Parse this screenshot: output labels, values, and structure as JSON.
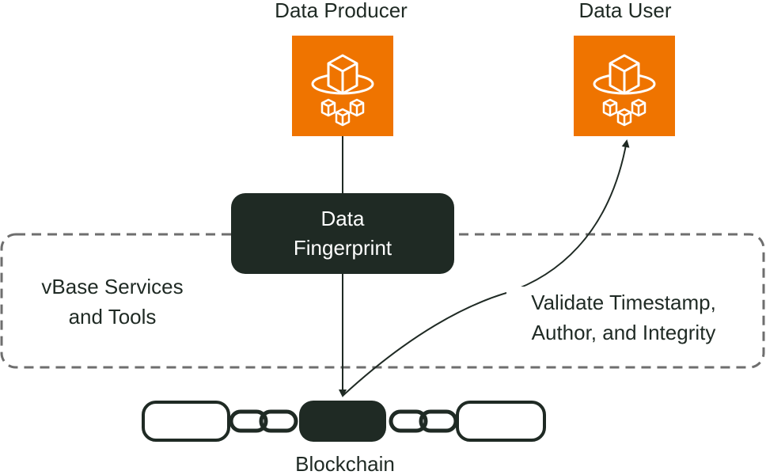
{
  "nodes": {
    "producer": {
      "label": "Data Producer",
      "icon": "data-packages-icon"
    },
    "user": {
      "label": "Data User",
      "icon": "data-packages-icon"
    },
    "fingerprint": {
      "line1": "Data",
      "line2": "Fingerprint"
    },
    "blockchain": {
      "label": "Blockchain",
      "icon": "chain-links-icon"
    }
  },
  "region": {
    "line1": "vBase Services",
    "line2": "and Tools"
  },
  "validate": {
    "line1": "Validate Timestamp,",
    "line2": "Author, and Integrity"
  },
  "colors": {
    "orange": "#ef7400",
    "dark": "#1f2a24",
    "gray": "#6e6e6e",
    "white": "#ffffff"
  }
}
